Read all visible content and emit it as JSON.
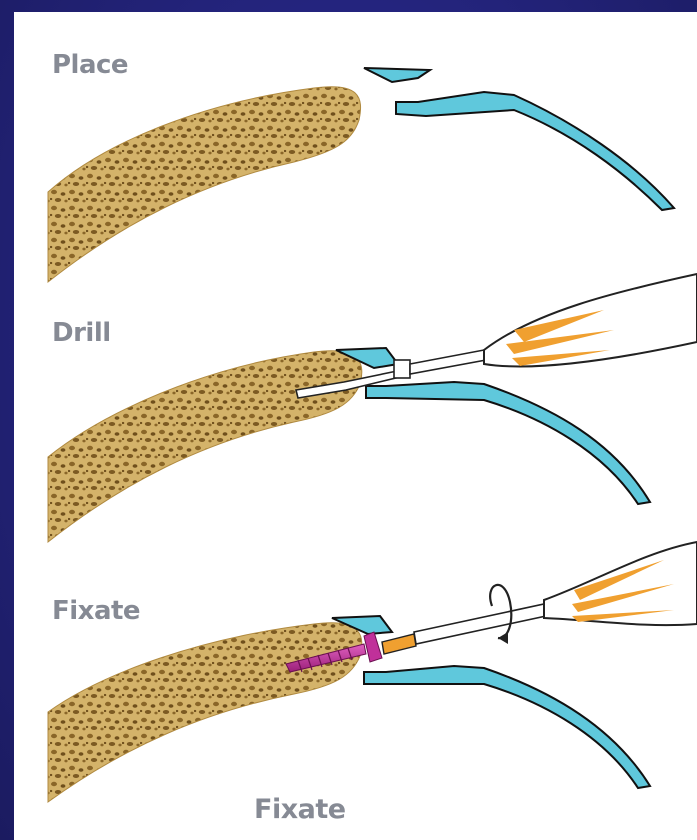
{
  "steps": [
    {
      "label": "Place"
    },
    {
      "label": "Drill"
    },
    {
      "label": "Fixate"
    }
  ],
  "caption": "Fixate",
  "colors": {
    "background": "#23237a",
    "bone": "#c9a45a",
    "bone_pores": "#7a5a22",
    "implant": "#5fc8dc",
    "screw": "#c0309a",
    "handle_stripes": "#f0a030"
  }
}
